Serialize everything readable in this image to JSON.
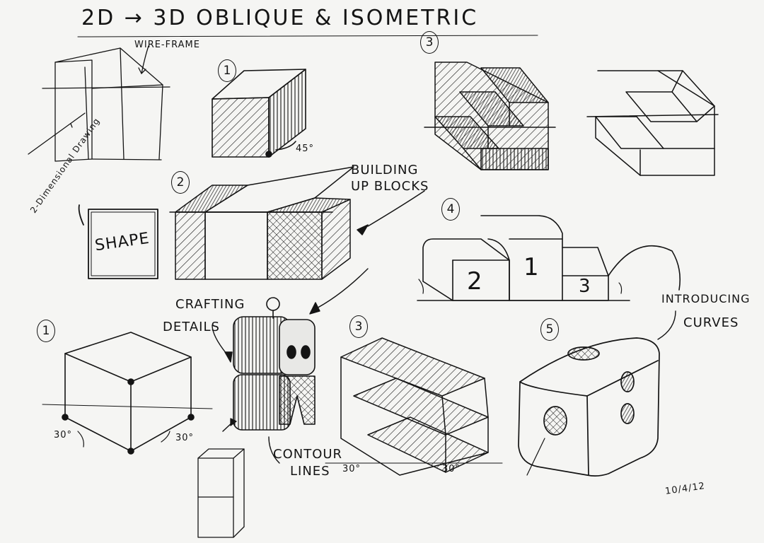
{
  "title": "2D → 3D OBLIQUE & ISOMETRIC",
  "labels": {
    "wire_frame": "WIRE-FRAME",
    "angle_45": "45°",
    "two_dimensional": "2-Dimensional Drawing",
    "shape": "SHAPE",
    "building_up_blocks": [
      "BUILDING",
      "UP BLOCKS"
    ],
    "crafting_details": [
      "CRAFTING",
      "DETAILS"
    ],
    "contour_lines": [
      "CONTOUR",
      "LINES"
    ],
    "introducing_curves": [
      "INTRODUCING",
      "CURVES"
    ],
    "angle_30_left": "30°",
    "angle_30_right": "30°",
    "angle_30_stairs_left": "30°",
    "angle_30_stairs_right": "30°",
    "podium_1": "1",
    "podium_2": "2",
    "podium_3": "3",
    "date": "10/4/12"
  },
  "step_numbers": {
    "oblique_box": "1",
    "oblique_blocks": "2",
    "stairs_top": "3",
    "podium": "4",
    "iso_cube": "1",
    "iso_stairs": "3",
    "rounded_cube": "5"
  },
  "colors": {
    "ink": "#141414",
    "paper": "#f5f5f3"
  }
}
